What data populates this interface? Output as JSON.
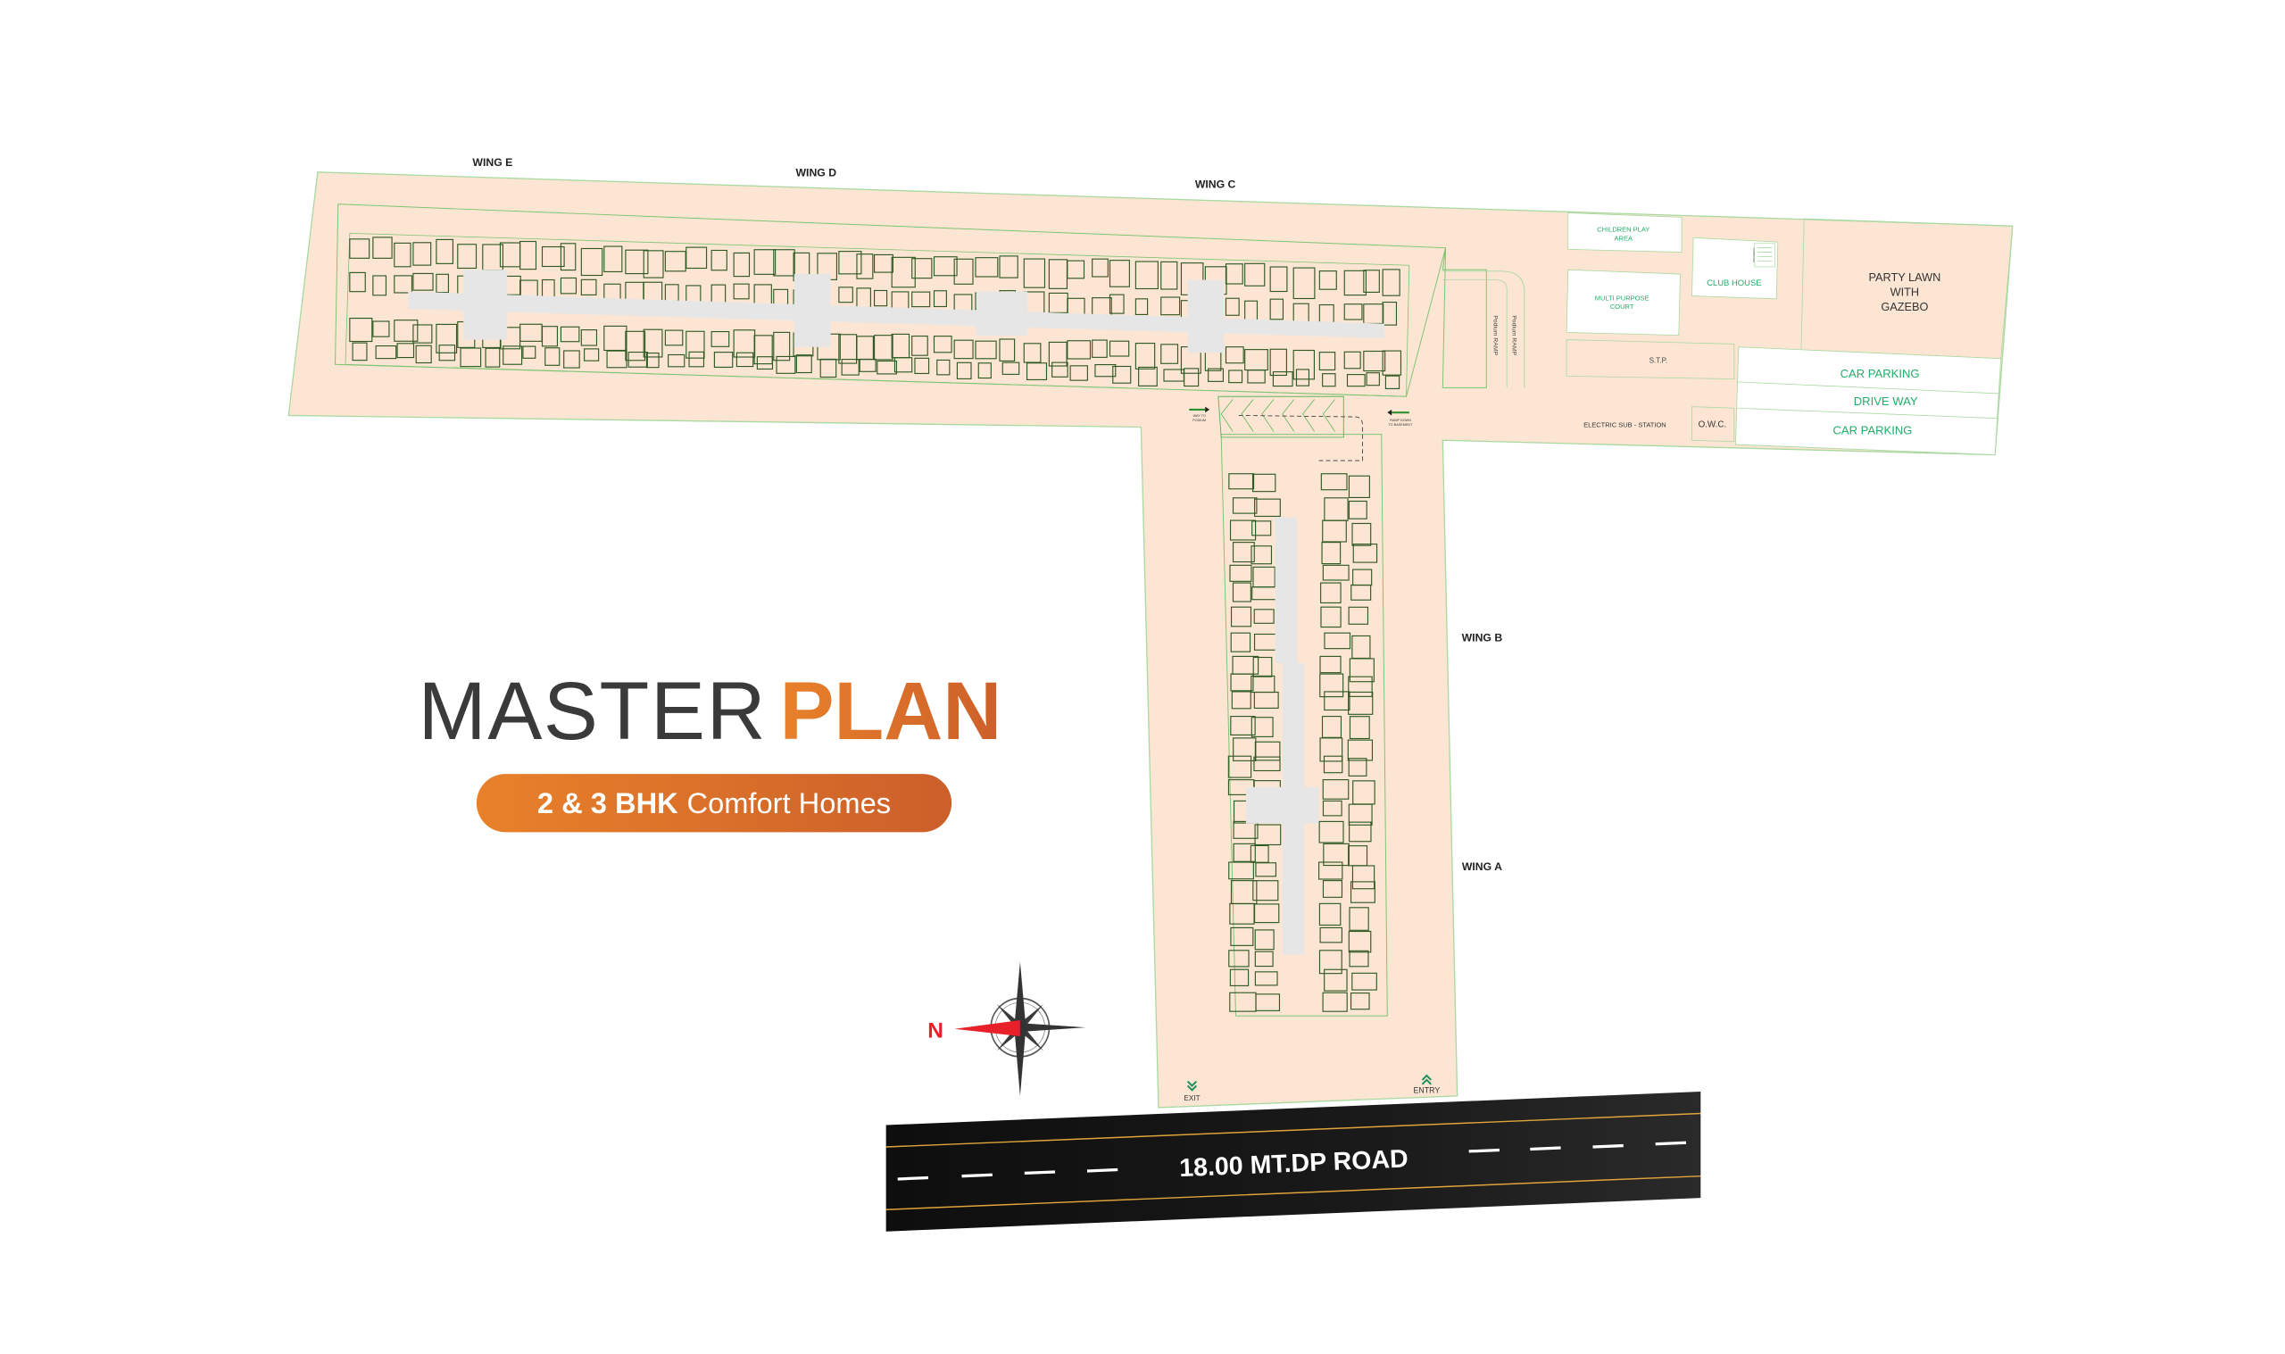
{
  "title": {
    "part1": "MASTER",
    "part2": "PLAN"
  },
  "subtitle": {
    "bold": "2 & 3 BHK",
    "regular": "Comfort Homes"
  },
  "wings": {
    "e": "WING E",
    "d": "WING D",
    "c": "WING C",
    "b": "WING B",
    "a": "WING A"
  },
  "amenities": {
    "children_play_1": "CHILDREN PLAY",
    "children_play_2": "AREA",
    "multi_purpose_1": "MULTI PURPOSE",
    "multi_purpose_2": "COURT",
    "club_house": "CLUB HOUSE",
    "staircase": "STAIRCASE",
    "party_lawn_1": "PARTY LAWN",
    "party_lawn_2": "WITH",
    "party_lawn_3": "GAZEBO",
    "stp": "S.T.P.",
    "electric": "ELECTRIC SUB - STATION",
    "owc": "O.W.C.",
    "car_parking_1": "CAR PARKING",
    "drive_way": "DRIVE WAY",
    "car_parking_2": "CAR PARKING"
  },
  "ramps": {
    "podium_ramp_1": "Podium RAMP",
    "podium_ramp_2": "Podium RAMP",
    "way_to_podium_1": "WAY TO",
    "way_to_podium_2": "PODIUM",
    "ramp_down_1": "RAMP DOWN",
    "ramp_down_2": "TO BASEMENT"
  },
  "gates": {
    "exit": "EXIT",
    "entry": "ENTRY"
  },
  "road": {
    "label": "18.00 MT.DP ROAD"
  },
  "compass": {
    "north": "N"
  },
  "colors": {
    "plot": "#fde5d4",
    "outline": "#8fcf86",
    "wall": "#2f5a24",
    "accent": "#e8812a",
    "accent_dark": "#cc5f2a",
    "road": "#141414",
    "road_line": "#e0a43a",
    "north": "#e8202a"
  }
}
